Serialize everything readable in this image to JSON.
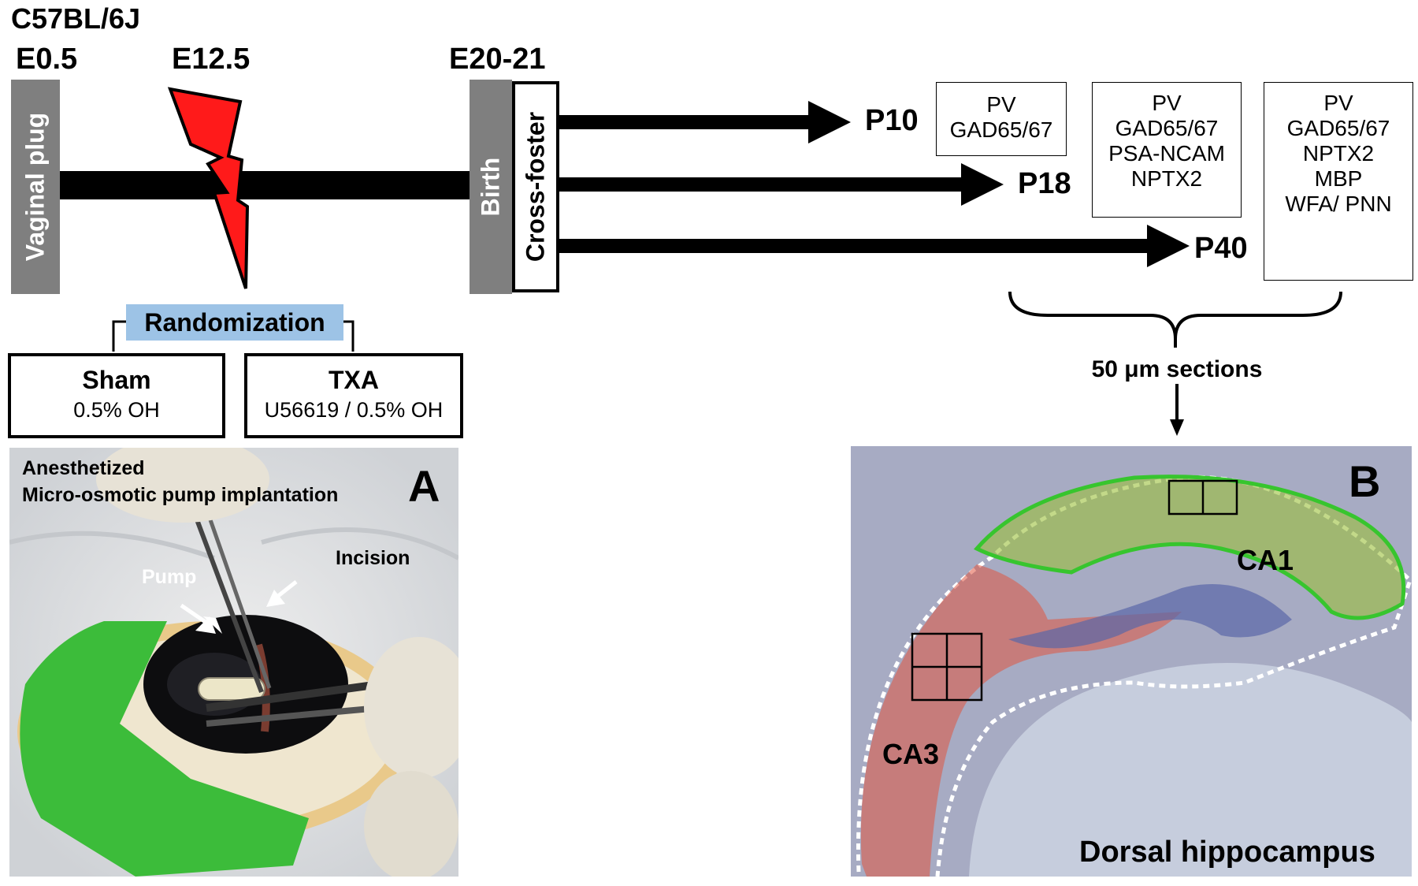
{
  "strain": "C57BL/6J",
  "timeline": {
    "e05": "E0.5",
    "e125": "E12.5",
    "e2021": "E20-21",
    "vaginal_plug": "Vaginal plug",
    "birth": "Birth",
    "cross_foster": "Cross-foster"
  },
  "endpoints": {
    "p10": "P10",
    "p18": "P18",
    "p40": "P40"
  },
  "markers": {
    "p10": [
      "PV",
      "GAD65/67"
    ],
    "p18": [
      "PV",
      "GAD65/67",
      "PSA-NCAM",
      "NPTX2"
    ],
    "p40": [
      "PV",
      "GAD65/67",
      "NPTX2",
      "MBP",
      "WFA/ PNN"
    ]
  },
  "randomization": "Randomization",
  "groups": {
    "sham": {
      "title": "Sham",
      "sub": "0.5% OH"
    },
    "txa": {
      "title": "TXA",
      "sub": "U56619 / 0.5% OH"
    }
  },
  "sections": "50 μm sections",
  "panel_a": {
    "letter": "A",
    "caption_line1": "Anesthetized",
    "caption_line2": "Micro-osmotic pump implantation",
    "pump": "Pump",
    "incision": "Incision"
  },
  "panel_b": {
    "letter": "B",
    "ca1": "CA1",
    "ca3": "CA3",
    "caption": "Dorsal hippocampus"
  },
  "colors": {
    "bolt": "#ff1a1a",
    "randomization_bg": "#9dc3e6",
    "timeline_grey": "#7f7f7f",
    "ca1_overlay": "#9bbf3a",
    "ca3_overlay": "#e0553f",
    "drape": "#3cbc3a"
  }
}
